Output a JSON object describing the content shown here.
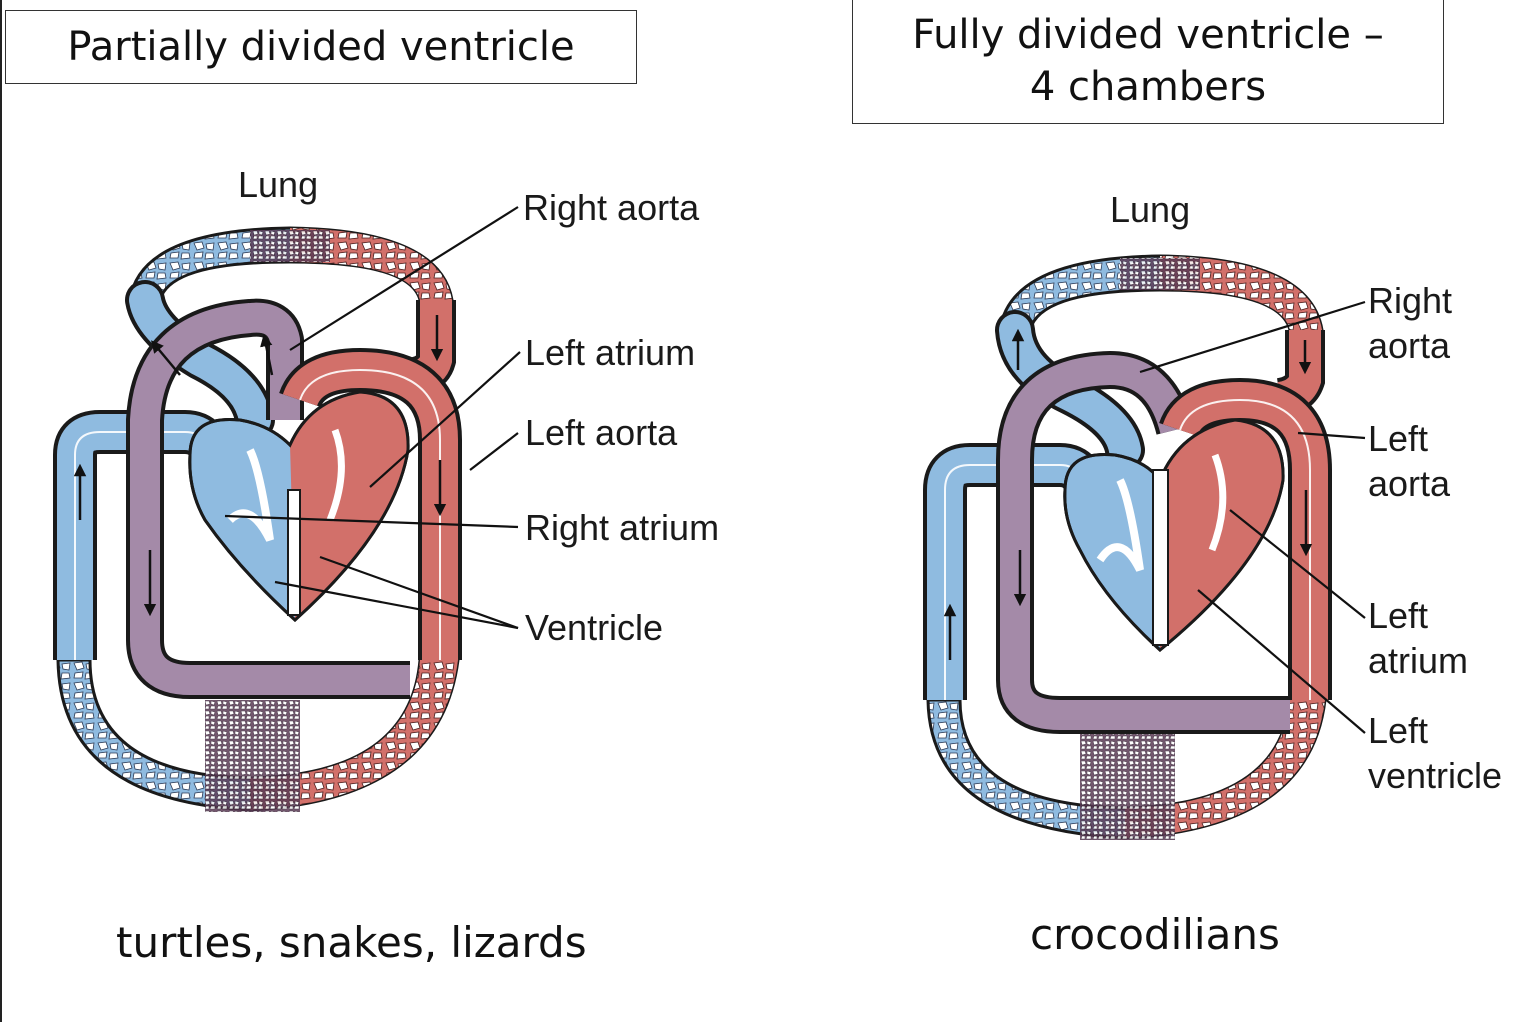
{
  "left_panel": {
    "title": "Partially divided ventricle",
    "caption": "turtles, snakes, lizards",
    "labels": {
      "lung": "Lung",
      "right_aorta": "Right aorta",
      "left_atrium": "Left atrium",
      "left_aorta": "Left aorta",
      "right_atrium": "Right atrium",
      "ventricle": "Ventricle"
    }
  },
  "right_panel": {
    "title_line1": "Fully divided ventricle –",
    "title_line2": "4 chambers",
    "caption": "crocodilians",
    "labels": {
      "lung": "Lung",
      "right_aorta_1": "Right",
      "right_aorta_2": "aorta",
      "left_aorta_1": "Left",
      "left_aorta_2": "aorta",
      "left_atrium_1": "Left",
      "left_atrium_2": "atrium",
      "left_ventricle_1": "Left",
      "left_ventricle_2": "ventricle"
    }
  },
  "colors": {
    "deoxygenated_blood": "#8fbbe0",
    "oxygenated_blood": "#d2706a",
    "mixed_blood": "#a48aa8",
    "outline": "#1a1a1a"
  }
}
